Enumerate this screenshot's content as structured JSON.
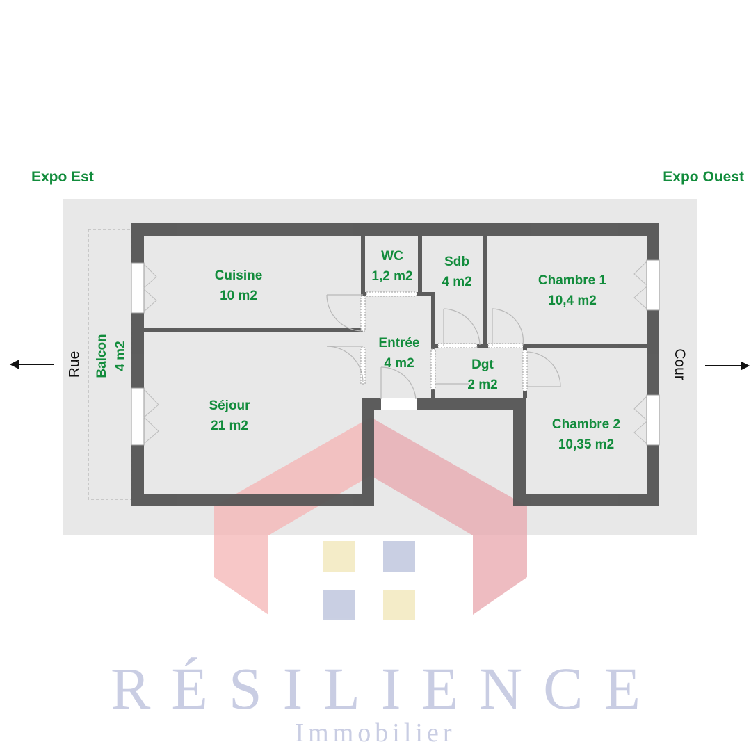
{
  "exposures": {
    "east": "Expo Est",
    "west": "Expo Ouest"
  },
  "sides": {
    "left": "Rue",
    "right": "Cour"
  },
  "rooms": [
    {
      "id": "cuisine",
      "name": "Cuisine",
      "area": "10 m2"
    },
    {
      "id": "wc",
      "name": "WC",
      "area": "1,2 m2"
    },
    {
      "id": "sdb",
      "name": "Sdb",
      "area": "4 m2"
    },
    {
      "id": "chambre1",
      "name": "Chambre 1",
      "area": "10,4 m2"
    },
    {
      "id": "entree",
      "name": "Entrée",
      "area": "4 m2"
    },
    {
      "id": "dgt",
      "name": "Dgt",
      "area": "2 m2"
    },
    {
      "id": "sejour",
      "name": "Séjour",
      "area": "21 m2"
    },
    {
      "id": "chambre2",
      "name": "Chambre 2",
      "area": "10,35 m2"
    }
  ],
  "balcony": {
    "name": "Balcon",
    "area": "4 m2"
  },
  "brand": {
    "name": "RÉSILIENCE",
    "tagline": "Immobilier"
  },
  "colors": {
    "label_green": "#128c3c",
    "wall": "#555555",
    "logo_red": "#f4a6a6",
    "logo_yellow": "#f4ebc6",
    "logo_blue": "#c7cde2"
  }
}
